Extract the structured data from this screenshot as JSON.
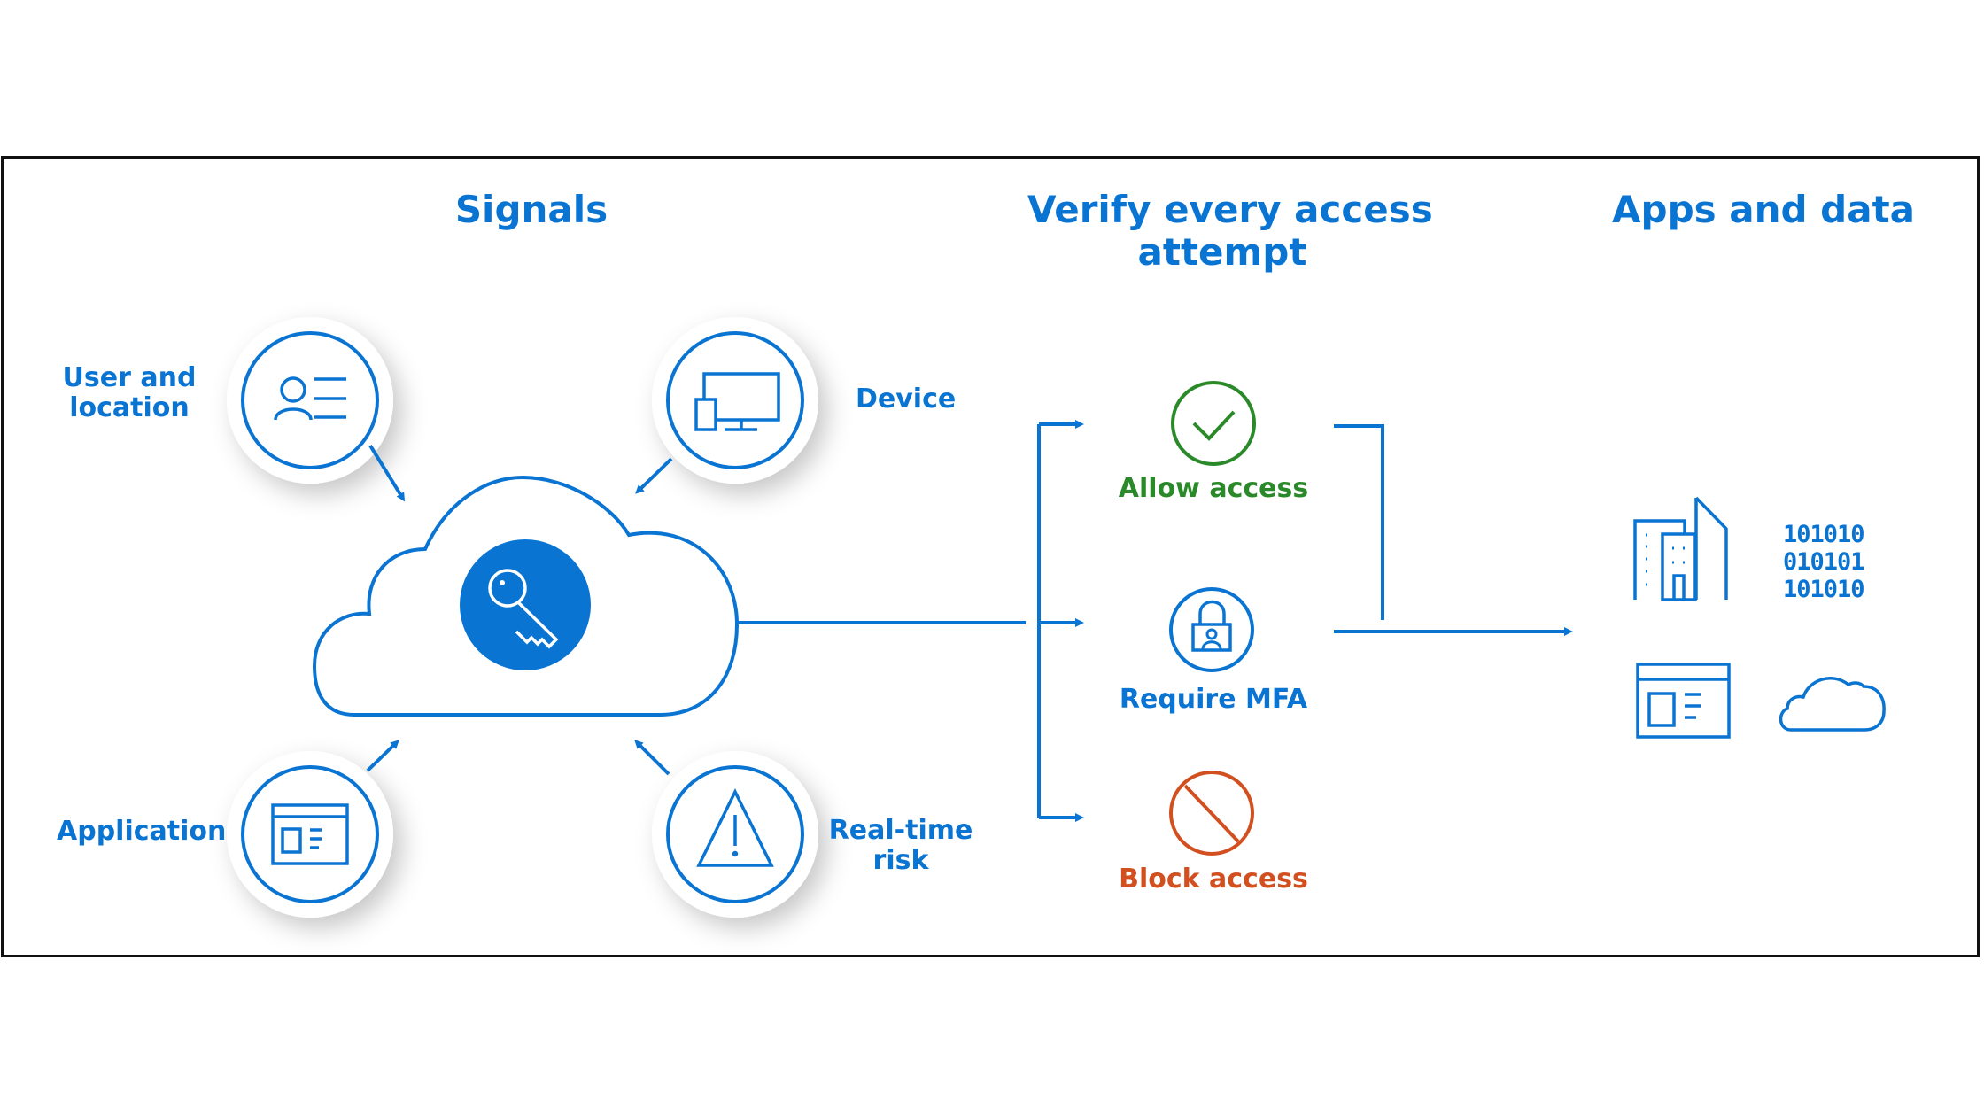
{
  "colors": {
    "primary_blue": "#0a74d3",
    "allow_green": "#2a8a2a",
    "block_orange": "#d2501f",
    "frame_border": "#111111"
  },
  "headings": {
    "signals": "Signals",
    "verify_line1": "Verify every access",
    "verify_line2": "attempt",
    "apps": "Apps and data"
  },
  "signals": [
    {
      "id": "user-location",
      "label_line1": "User and",
      "label_line2": "location",
      "icon": "user-list-icon"
    },
    {
      "id": "device",
      "label_line1": "Device",
      "label_line2": "",
      "icon": "devices-icon"
    },
    {
      "id": "application",
      "label_line1": "Application",
      "label_line2": "",
      "icon": "app-window-icon"
    },
    {
      "id": "realtime-risk",
      "label_line1": "Real-time",
      "label_line2": "risk",
      "icon": "warning-icon"
    }
  ],
  "hub": {
    "icon": "key-icon",
    "container": "cloud-icon"
  },
  "decisions": [
    {
      "id": "allow",
      "label": "Allow access",
      "icon": "check-circle-icon",
      "color": "#2a8a2a"
    },
    {
      "id": "mfa",
      "label": "Require MFA",
      "icon": "lock-user-icon",
      "color": "#0a74d3"
    },
    {
      "id": "block",
      "label": "Block access",
      "icon": "block-icon",
      "color": "#d2501f"
    }
  ],
  "apps_icons": [
    {
      "name": "buildings-icon"
    },
    {
      "name": "binary-data-icon",
      "lines": [
        "101010",
        "010101",
        "101010"
      ]
    },
    {
      "name": "app-window-icon"
    },
    {
      "name": "cloud-icon"
    }
  ]
}
